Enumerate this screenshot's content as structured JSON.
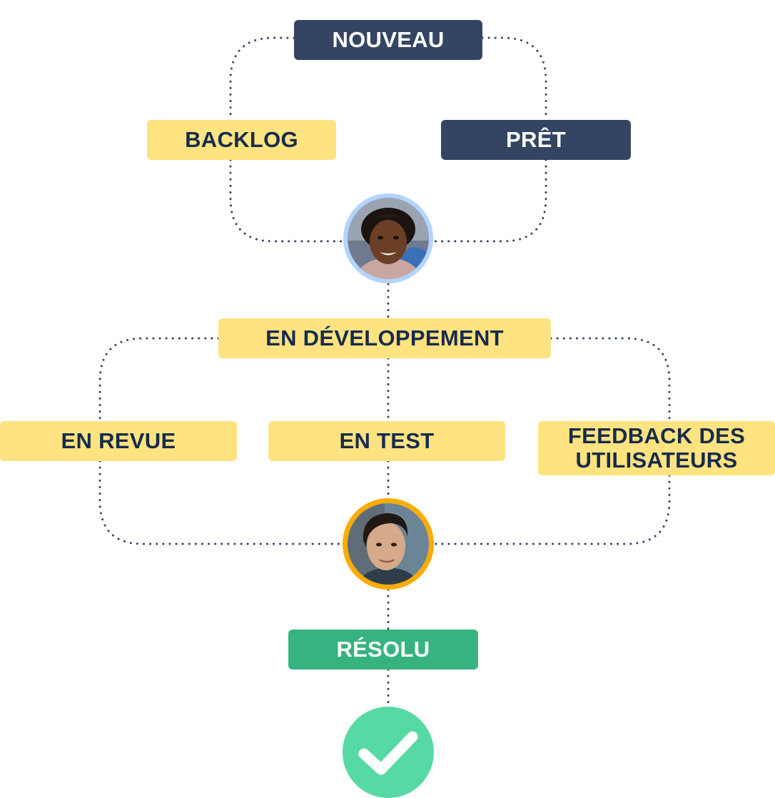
{
  "colors": {
    "navy": "#344563",
    "yellow": "#FFE380",
    "green": "#36B37E",
    "check_green": "#57D9A3",
    "dark_text": "#172B4D",
    "white_text": "#FFFFFF",
    "connector": "#344563",
    "avatar_ring_blue": "#B3D4FF",
    "avatar_ring_orange": "#FFAB00"
  },
  "statuses": {
    "nouveau": "NOUVEAU",
    "backlog": "BACKLOG",
    "pret": "PRÊT",
    "en_developpement": "EN DÉVELOPPEMENT",
    "en_revue": "EN REVUE",
    "en_test": "EN TEST",
    "feedback_line1": "FEEDBACK DES",
    "feedback_line2": "UTILISATEURS",
    "resolu": "RÉSOLU"
  },
  "avatars": {
    "first": "woman-avatar",
    "second": "man-avatar"
  },
  "completion_icon": "check-icon"
}
